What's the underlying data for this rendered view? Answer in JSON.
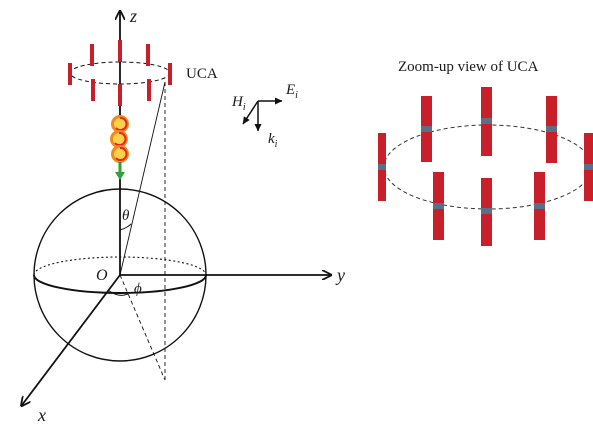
{
  "labels": {
    "axis_z": "z",
    "axis_y": "y",
    "axis_x": "x",
    "origin": "O",
    "theta": "θ",
    "phi": "ϕ",
    "uca": "UCA",
    "zoom_title": "Zoom-up view of UCA",
    "field_E": "E",
    "field_E_sub": "i",
    "field_H": "H",
    "field_H_sub": "i",
    "field_k": "k",
    "field_k_sub": "i"
  },
  "colors": {
    "dipole": "#c8202a",
    "feed": "#5a6f88",
    "wave_arrow": "#33a035",
    "wave_outer": "#f08a1c",
    "wave_inner": "#e2262b",
    "line": "#111111"
  },
  "uca_element_count": 8
}
